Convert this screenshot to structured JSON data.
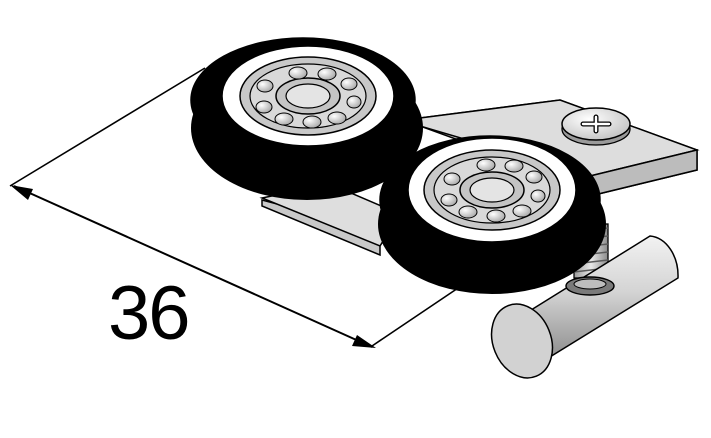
{
  "dimension": {
    "value_label": "36"
  },
  "colors": {
    "outline": "#000000",
    "tire": "#000000",
    "bearing_metal": "#c8c8c8",
    "bearing_face": "#dcdcdc",
    "plate": "#d8d8d8",
    "background": "#ffffff"
  },
  "parts": [
    "dimension-line",
    "mounting-plate",
    "screw-head-phillips",
    "roller-wheel-rear",
    "roller-wheel-front",
    "threaded-bolt",
    "cylindrical-nut"
  ]
}
